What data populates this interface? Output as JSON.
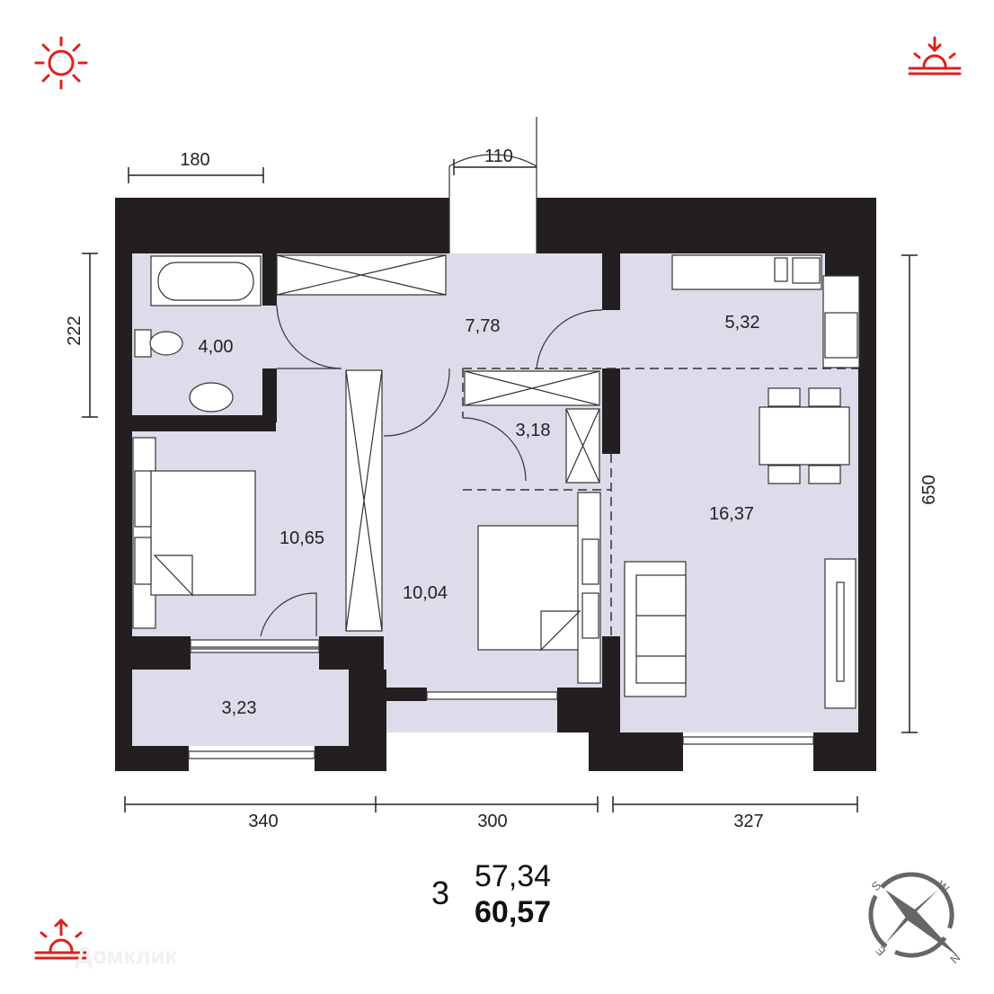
{
  "plan": {
    "rooms": [
      {
        "name": "bathroom",
        "area": "4,00"
      },
      {
        "name": "hallway",
        "area": "7,78"
      },
      {
        "name": "kitchen",
        "area": "5,32"
      },
      {
        "name": "storage",
        "area": "3,18"
      },
      {
        "name": "bedroom-left",
        "area": "10,65"
      },
      {
        "name": "living-room",
        "area": "16,37"
      },
      {
        "name": "bedroom-middle",
        "area": "10,04"
      },
      {
        "name": "balcony",
        "area": "3,23"
      }
    ],
    "dimensions": {
      "bath_width": "180",
      "door_width": "110",
      "bath_height": "222",
      "total_height": "650",
      "left_width": "340",
      "middle_width": "300",
      "right_width": "327"
    }
  },
  "summary": {
    "rooms_count": "3",
    "living_area": "57,34",
    "total_area": "60,57"
  },
  "compass": {
    "s": "S",
    "w": "W",
    "n": "N",
    "e": "E"
  },
  "watermark": "Домклик",
  "colors": {
    "sun_icons": "#e0201b",
    "walls": "#231f20",
    "rooms": "#dedbea",
    "compass": "#666666"
  },
  "icons": [
    "sun-icon",
    "sunset-icon",
    "sunrise-icon",
    "compass-icon"
  ]
}
